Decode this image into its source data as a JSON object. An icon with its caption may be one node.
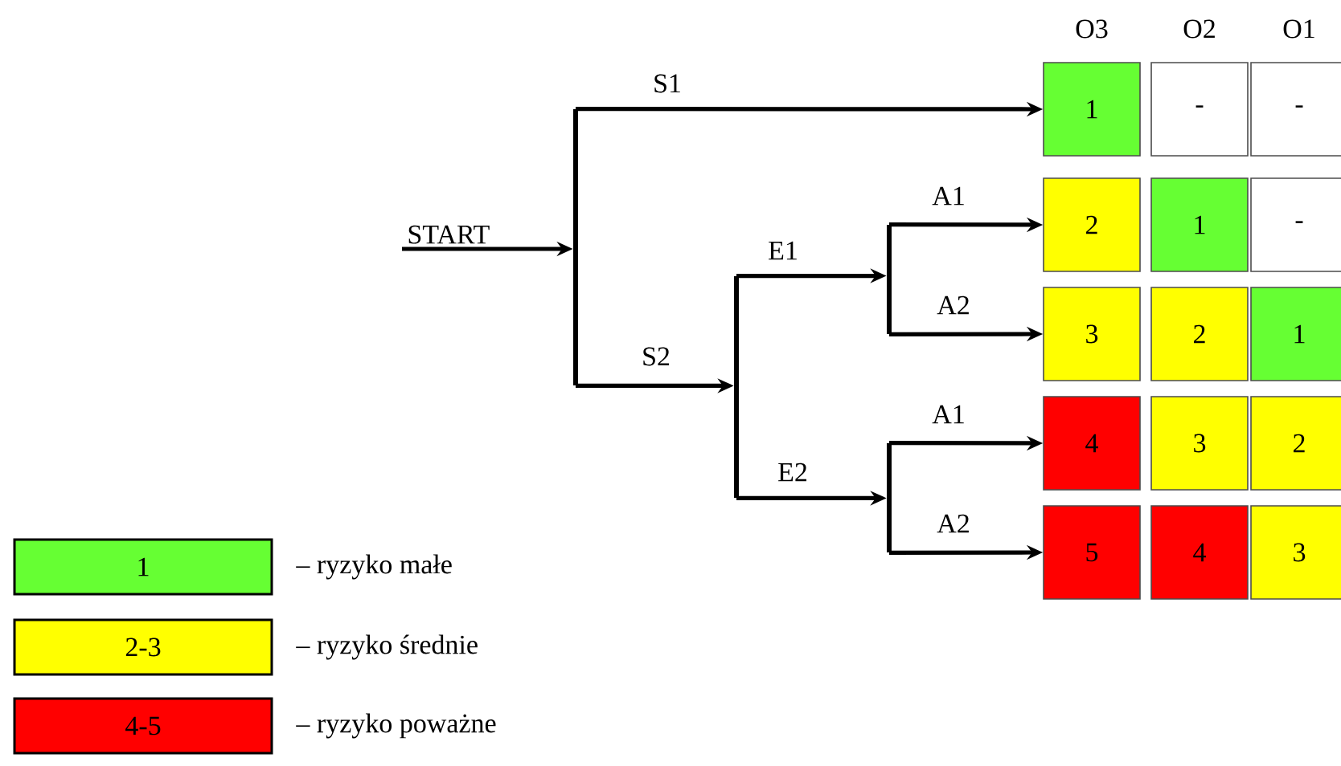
{
  "diagram": {
    "nodes": [
      {
        "text": [
          "START"
        ]
      },
      {
        "text": [],
        "shape": "bar"
      },
      {
        "text": [],
        "shape": "bar"
      },
      {
        "text": [],
        "shape": "bar"
      },
      {
        "text": [],
        "shape": "bar"
      },
      {
        "text": [
          "1"
        ]
      },
      {
        "text": [
          "-"
        ]
      },
      {
        "text": [
          "-"
        ]
      },
      {
        "text": [
          "2"
        ]
      },
      {
        "text": [
          "1"
        ]
      },
      {
        "text": [
          "-"
        ]
      },
      {
        "text": [
          "3"
        ]
      },
      {
        "text": [
          "2"
        ]
      },
      {
        "text": [
          "1"
        ]
      },
      {
        "text": [
          "4"
        ]
      },
      {
        "text": [
          "3"
        ]
      },
      {
        "text": [
          "2"
        ]
      },
      {
        "text": [
          "5"
        ]
      },
      {
        "text": [
          "4"
        ]
      },
      {
        "text": [
          "3"
        ]
      }
    ],
    "edges": [
      {
        "from": 0,
        "to": 1,
        "arrow": "to"
      },
      {
        "from": 1,
        "to": 5,
        "arrow": "to",
        "label": "S1"
      },
      {
        "from": 1,
        "to": 2,
        "arrow": "to",
        "label": "S2"
      },
      {
        "from": 2,
        "to": 3,
        "arrow": "to",
        "label": "E1"
      },
      {
        "from": 2,
        "to": 4,
        "arrow": "to",
        "label": "E2"
      },
      {
        "from": 3,
        "to": 8,
        "arrow": "to",
        "label": "A1"
      },
      {
        "from": 3,
        "to": 11,
        "arrow": "to",
        "label": "A2"
      },
      {
        "from": 4,
        "to": 14,
        "arrow": "to",
        "label": "A1"
      },
      {
        "from": 4,
        "to": 17,
        "arrow": "to",
        "label": "A2"
      }
    ],
    "labels": [
      "O3",
      "O2",
      "O1",
      "1",
      "2-3",
      "4-5"
    ],
    "legend": [
      {
        "text": "– ryzyko małe",
        "color": "#66ff33"
      },
      {
        "text": "– ryzyko średnie",
        "color": "#ffff00"
      },
      {
        "text": "– ryzyko poważne",
        "color": "#ff0000"
      }
    ]
  }
}
